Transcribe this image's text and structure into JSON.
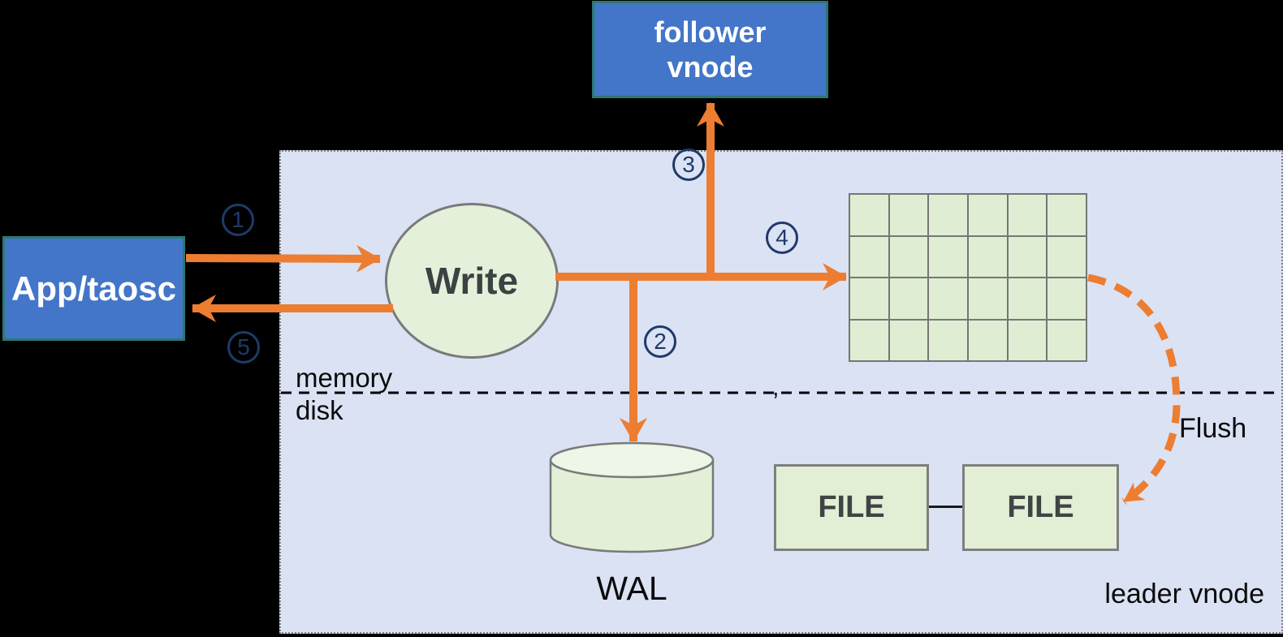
{
  "nodes": {
    "app": {
      "label": "App/taosc"
    },
    "follower": {
      "label": "follower vnode"
    },
    "write": {
      "label": "Write"
    },
    "wal": {
      "label": "WAL"
    },
    "files": [
      "FILE",
      "FILE"
    ],
    "leader_region": {
      "label": "leader vnode"
    }
  },
  "labels": {
    "memory": "memory",
    "disk": "disk",
    "flush": "Flush",
    "divider_artifact": ","
  },
  "steps": [
    "1",
    "2",
    "3",
    "4",
    "5"
  ],
  "memtable": {
    "rows": 4,
    "cols": 6
  },
  "colors": {
    "background": "#000000",
    "region_fill": "#dbe2f4",
    "node_blue": "#4376c8",
    "node_border_teal": "#2c7873",
    "shape_green": "#e2efd5",
    "arrow_orange": "#ed7d31",
    "step_navy": "#1f3a68",
    "text_dark": "#3c4242"
  }
}
